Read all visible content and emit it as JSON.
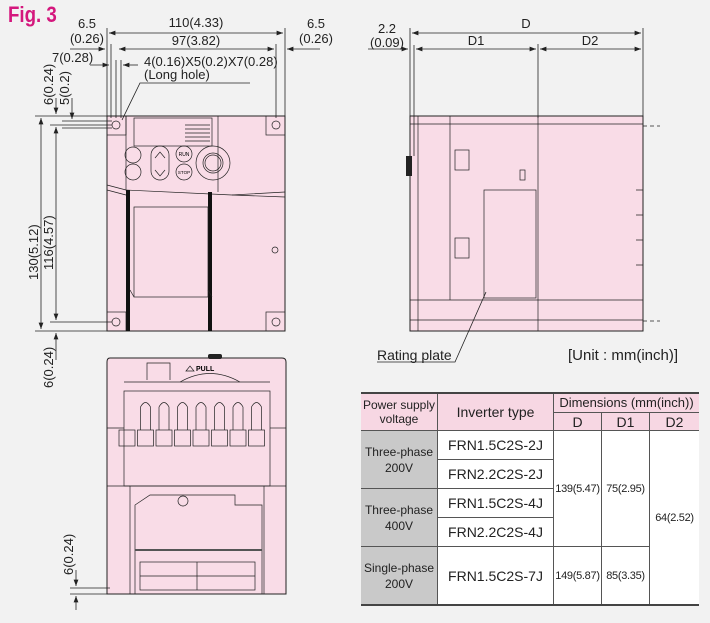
{
  "figure": {
    "title": "Fig. 3",
    "unit_label": "[Unit : mm(inch)]",
    "rating_plate_label": "Rating plate",
    "front_dims": {
      "width_overall": "110(4.33)",
      "width_mount": "97(3.82)",
      "left_margin_mm": "6.5",
      "left_margin_in": "(0.26)",
      "right_margin_mm": "6.5",
      "right_margin_in": "(0.26)",
      "hole_offset": "7(0.28)",
      "hole_spec": "4(0.16)X5(0.2)X7(0.28)",
      "hole_note": "(Long hole)",
      "top_6": "6(0.24)",
      "top_5": "5(0.2)",
      "height_overall": "130(5.12)",
      "height_mount": "116(4.57)",
      "bottom_6": "6(0.24)"
    },
    "keypad": {
      "run": "RUN",
      "stop": "STOP"
    },
    "bottom_view": {
      "pull_label": "PULL",
      "dim_6": "6(0.24)"
    },
    "side_dims": {
      "d": "D",
      "d1": "D1",
      "d2": "D2",
      "offset_mm": "2.2",
      "offset_in": "(0.09)"
    }
  },
  "table": {
    "headers": {
      "power_supply": "Power supply voltage",
      "inverter_type": "Inverter type",
      "dimensions": "Dimensions (mm(inch))",
      "d": "D",
      "d1": "D1",
      "d2": "D2"
    },
    "groups": [
      {
        "voltage": "Three-phase 200V",
        "types": [
          "FRN1.5C2S-2J",
          "FRN2.2C2S-2J"
        ]
      },
      {
        "voltage": "Three-phase 400V",
        "types": [
          "FRN1.5C2S-4J",
          "FRN2.2C2S-4J"
        ]
      },
      {
        "voltage": "Single-phase 200V",
        "types": [
          "FRN1.5C2S-7J"
        ]
      }
    ],
    "d_values": [
      "139(5.47)",
      "149(5.87)"
    ],
    "d1_values": [
      "75(2.95)",
      "85(3.35)"
    ],
    "d2_value": "64(2.52)"
  }
}
